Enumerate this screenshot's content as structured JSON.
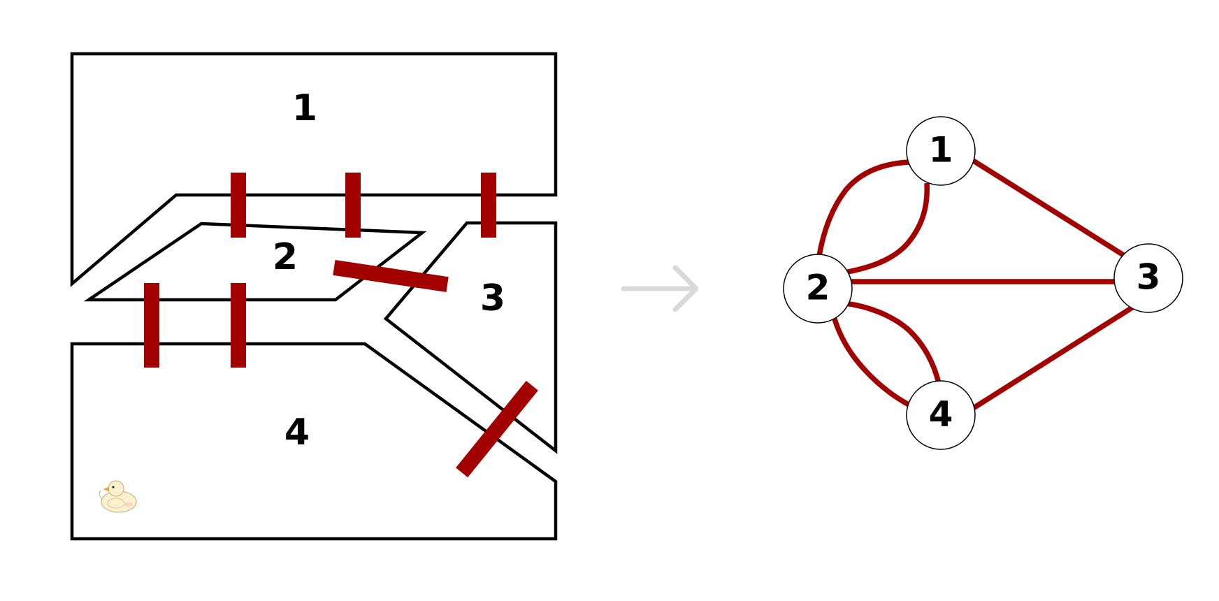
{
  "map": {
    "regions": [
      {
        "id": "1",
        "label": "1"
      },
      {
        "id": "2",
        "label": "2"
      },
      {
        "id": "3",
        "label": "3"
      },
      {
        "id": "4",
        "label": "4"
      }
    ],
    "bridge_color": "#a30000",
    "mascot_icon": "duck-icon"
  },
  "graph": {
    "nodes": [
      {
        "id": "1",
        "label": "1"
      },
      {
        "id": "2",
        "label": "2"
      },
      {
        "id": "3",
        "label": "3"
      },
      {
        "id": "4",
        "label": "4"
      }
    ],
    "edges": [
      {
        "from": "1",
        "to": "2"
      },
      {
        "from": "1",
        "to": "2"
      },
      {
        "from": "1",
        "to": "3"
      },
      {
        "from": "2",
        "to": "3"
      },
      {
        "from": "2",
        "to": "4"
      },
      {
        "from": "2",
        "to": "4"
      },
      {
        "from": "3",
        "to": "4"
      }
    ],
    "edge_color": "#a30000"
  },
  "arrow_icon": "right-arrow-icon"
}
